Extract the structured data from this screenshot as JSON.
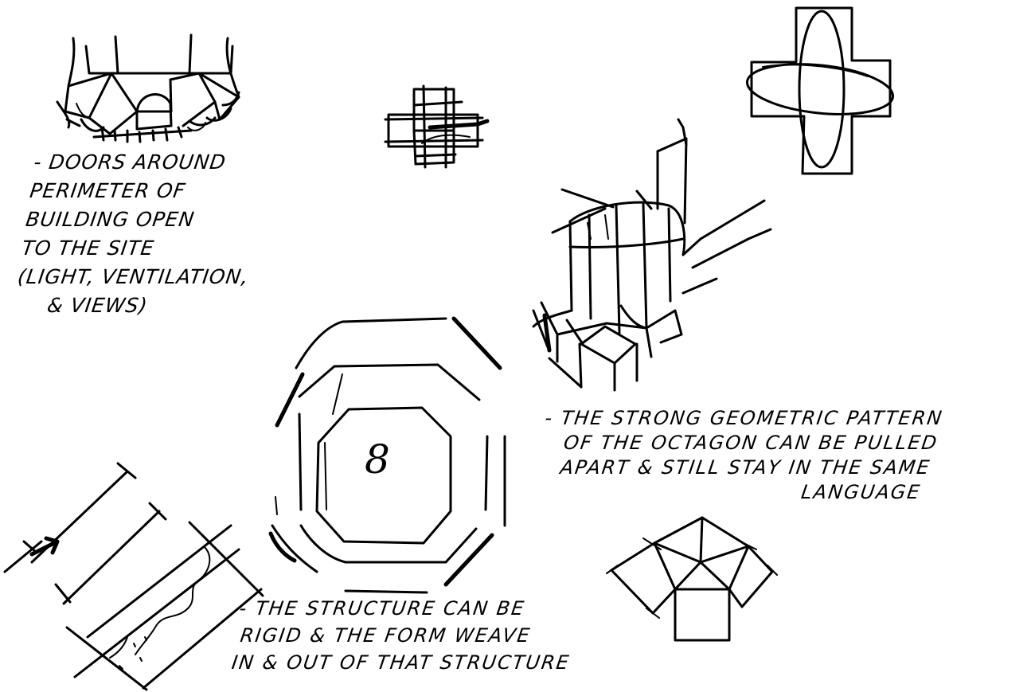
{
  "notes": {
    "doors": {
      "line1": "- DOORS AROUND",
      "line2": "PERIMETER OF",
      "line3": "BUILDING OPEN",
      "line4": "TO THE SITE",
      "line5": "(LIGHT, VENTILATION,",
      "line6": "& VIEWS)"
    },
    "octagon": {
      "line1": "- THE STRONG GEOMETRIC PATTERN",
      "line2": "OF THE OCTAGON CAN BE PULLED",
      "line3": "APART & STILL STAY IN THE SAME",
      "line4": "LANGUAGE"
    },
    "structure": {
      "line1": "- THE STRUCTURE CAN BE",
      "line2": "RIGID & THE FORM WEAVE",
      "line3": "IN & OUT OF THAT STRUCTURE"
    }
  },
  "octagon_label": "8",
  "ink_color": "#000000",
  "paper_color": "#ffffff"
}
